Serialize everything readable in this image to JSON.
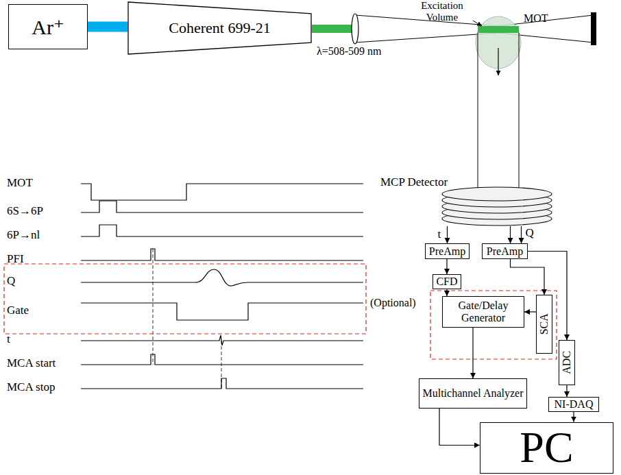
{
  "diagram": {
    "nodes": [
      {
        "text": [
          "Ar⁺"
        ]
      },
      {
        "text": [
          "Coherent 699-21"
        ]
      },
      {
        "text": [
          "MCP Detector"
        ]
      },
      {
        "text": [
          "PreAmp"
        ]
      },
      {
        "text": [
          "PreAmp"
        ]
      },
      {
        "text": [
          "CFD"
        ]
      },
      {
        "text": [
          "Gate/Delay Generator"
        ]
      },
      {
        "text": [
          "SCA"
        ]
      },
      {
        "text": [
          "ADC"
        ]
      },
      {
        "text": [
          "Multichannel Analyzer"
        ]
      },
      {
        "text": [
          "NI-DAQ"
        ]
      },
      {
        "text": [
          "PC"
        ]
      }
    ],
    "edges": [
      {
        "from": 0,
        "to": 1,
        "arrow": "none"
      },
      {
        "from": 2,
        "to": 3,
        "arrow": "to",
        "label": "t"
      },
      {
        "from": 2,
        "to": 4,
        "arrow": "to"
      },
      {
        "from": 2,
        "to": 4,
        "arrow": "to",
        "label": "Q"
      },
      {
        "from": 3,
        "to": 5,
        "arrow": "to"
      },
      {
        "from": 5,
        "to": 6,
        "arrow": "to"
      },
      {
        "from": 4,
        "to": 7,
        "arrow": "to"
      },
      {
        "from": 4,
        "to": 8,
        "arrow": "to"
      },
      {
        "from": 7,
        "to": 6,
        "arrow": "to"
      },
      {
        "from": 6,
        "to": 9,
        "arrow": "to"
      },
      {
        "from": 8,
        "to": 10,
        "arrow": "to"
      },
      {
        "from": 9,
        "to": 11,
        "arrow": "to"
      },
      {
        "from": 10,
        "to": 11,
        "arrow": "to"
      }
    ],
    "labels": [
      "λ=508-509 nm",
      "Excitation Volume",
      "MOT",
      "MOT",
      "6S→6P",
      "6P→nl",
      "PFI",
      "Q",
      "Gate",
      "t",
      "MCA start",
      "MCA stop",
      "(Optional)"
    ]
  }
}
